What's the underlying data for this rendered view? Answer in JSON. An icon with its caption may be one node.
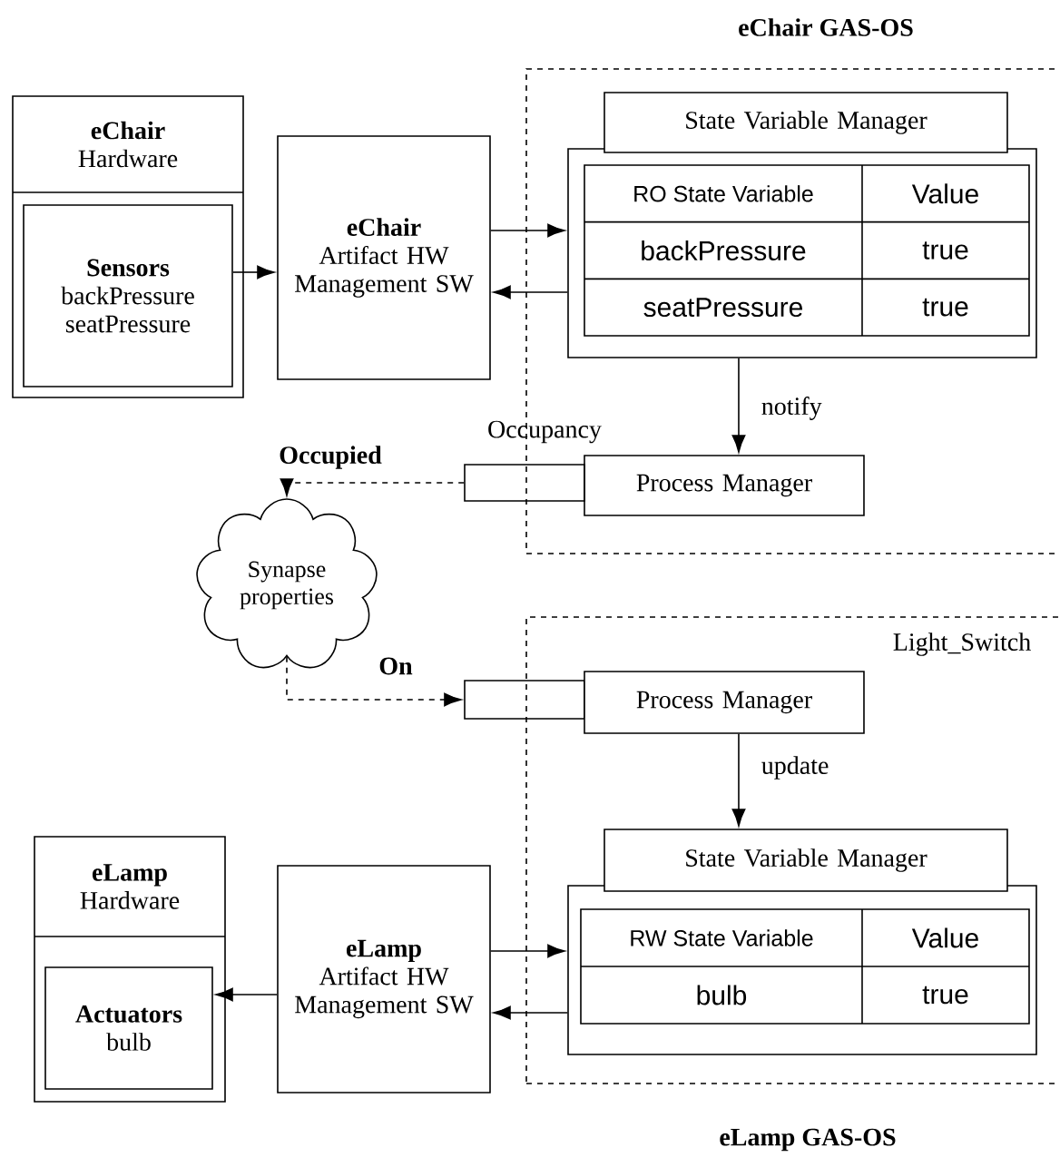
{
  "diagram": {
    "nodes": [
      {
        "text": [
          "eChair GAS-OS"
        ]
      },
      {
        "text": [
          "eChair",
          "Hardware"
        ]
      },
      {
        "text": [
          "Sensors",
          "backPressure seatPressure"
        ],
        "in": 1
      },
      {
        "text": [
          "eChair",
          "Artifact HW Management SW"
        ]
      },
      {
        "text": [
          "State Variable Manager"
        ],
        "in": 0
      },
      {
        "text": [
          "RO State Variable",
          "Value",
          "backPressure",
          "true",
          "seatPressure",
          "true"
        ],
        "in": 0
      },
      {
        "text": [
          "Process Manager"
        ],
        "in": 0
      },
      {
        "text": [],
        "shape": "box",
        "beside": [
          "Occupancy"
        ]
      },
      {
        "text": [
          "Synapse properties"
        ]
      },
      {
        "text": [
          "eLamp GAS-OS"
        ]
      },
      {
        "text": [],
        "shape": "box"
      },
      {
        "text": [
          "Process Manager"
        ],
        "in": 9
      },
      {
        "text": [
          "State Variable Manager"
        ],
        "in": 9
      },
      {
        "text": [
          "RW State Variable",
          "Value",
          "bulb",
          "true"
        ],
        "in": 9
      },
      {
        "text": [
          "eLamp",
          "Hardware"
        ]
      },
      {
        "text": [
          "Actuators",
          "bulb"
        ],
        "in": 14
      },
      {
        "text": [
          "eLamp",
          "Artifact HW Management SW"
        ]
      }
    ],
    "edges": [
      {
        "from": 2,
        "to": 3,
        "arrow": "to"
      },
      {
        "from": 3,
        "to": 5,
        "arrow": "to"
      },
      {
        "from": 5,
        "to": 3,
        "arrow": "to"
      },
      {
        "from": 5,
        "to": 6,
        "arrow": "to",
        "label": "notify"
      },
      {
        "from": 7,
        "to": 8,
        "arrow": "to",
        "style": "dashed",
        "label": "Occupied"
      },
      {
        "from": 8,
        "to": 10,
        "arrow": "to",
        "style": "dashed",
        "label": "On"
      },
      {
        "from": 11,
        "to": 12,
        "arrow": "to",
        "label": "update"
      },
      {
        "from": 16,
        "to": 13,
        "arrow": "to"
      },
      {
        "from": 13,
        "to": 16,
        "arrow": "to"
      },
      {
        "from": 16,
        "to": 15,
        "arrow": "to"
      }
    ],
    "labels": [
      "Light_Switch"
    ]
  }
}
